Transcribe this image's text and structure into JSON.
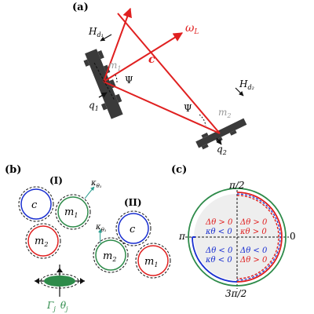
{
  "panels": {
    "a": {
      "label": "(a)",
      "H_d1": "H",
      "H_d1_sub": "d₁",
      "H_d2": "H",
      "H_d2_sub": "d₂",
      "omega": "ω",
      "omega_sub": "L",
      "c": "c",
      "m1": "m",
      "m1_sub": "1",
      "m2": "m",
      "m2_sub": "2",
      "q1": "q",
      "q1_sub": "1",
      "q2": "q",
      "q2_sub": "2",
      "psi1": "Ψ",
      "psi2": "Ψ"
    },
    "b": {
      "label": "(b)",
      "I": "(I)",
      "II": "(II)",
      "c": "c",
      "m1": "m",
      "m1_sub": "1",
      "m2": "m",
      "m2_sub": "2",
      "kappa": "κ",
      "kappa_sub": "θ₁",
      "gamma": "Γ",
      "gamma_sub": "j",
      "theta": "θ",
      "theta_sub": "j"
    },
    "c": {
      "label": "(c)",
      "top": "π/2",
      "left": "π",
      "right": "0",
      "bottom": "3π/2",
      "ul1": "Δθ > 0",
      "ul2": "κθ < 0",
      "ur1": "Δθ > 0",
      "ur2": "κθ > 0",
      "ll1": "Δθ < 0",
      "ll2": "κθ < 0",
      "lr1": "Δθ < 0",
      "lr2": "Δθ > 0"
    }
  },
  "colors": {
    "red": "#e02020",
    "blue": "#1a2fd0",
    "green": "#2e8b4a",
    "dark": "#333333",
    "gray": "#999999",
    "fill": "#eeeeee"
  }
}
